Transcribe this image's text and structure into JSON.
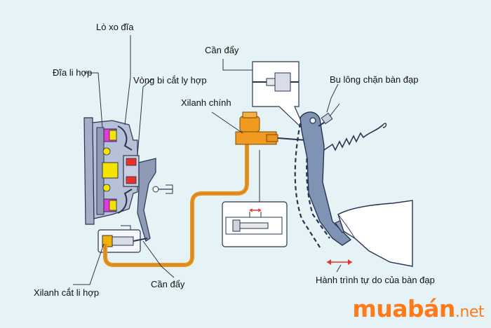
{
  "labels": {
    "lo_xo_dia": "Lò xo đĩa",
    "dia_li_hop": "Đĩa li hợp",
    "vong_bi": "Vòng bi cắt ly hợp",
    "can_day_top": "Cần đẩy",
    "xilanh_chinh": "Xilanh chính",
    "bu_long": "Bu lông chặn bàn đạp",
    "xilanh_cat": "Xilanh cắt li hợp",
    "can_day_bottom": "Cần đẩy",
    "hanh_trinh": "Hành trình tự do của bàn đạp"
  },
  "watermark": {
    "brand": "muabán",
    "tld": ".net"
  },
  "colors": {
    "background": "#e6f3f6",
    "fluid_line": "#e8941f",
    "pedal": "#7f94b5",
    "clutch_gray": "#9aa4bf",
    "yellow_part": "#f2e400",
    "magenta_part": "#e23ad6",
    "watermark": "#ff7a1a"
  }
}
